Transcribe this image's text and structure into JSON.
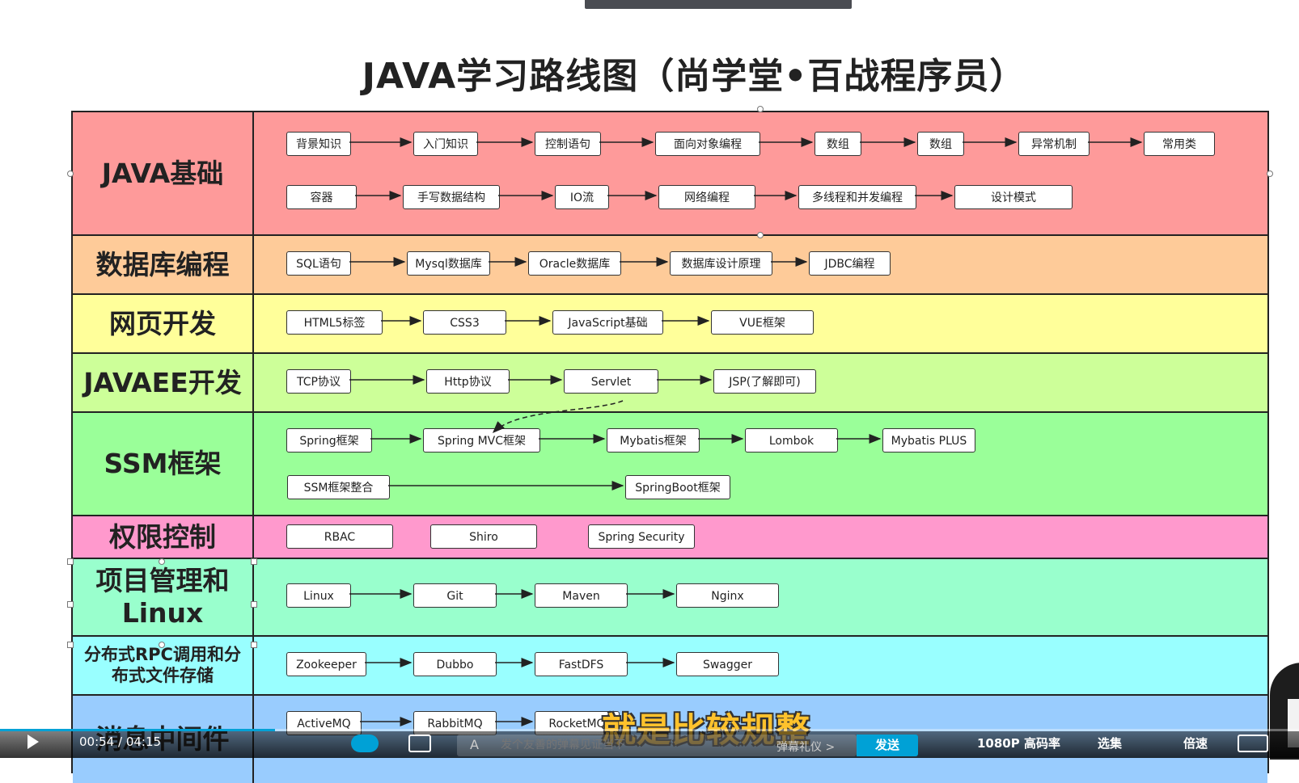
{
  "title": "JAVA学习路线图（尚学堂•百战程序员）",
  "rows": [
    {
      "label": "JAVA基础",
      "color": "#fe9a9a",
      "lines": [
        [
          "背景知识",
          "入门知识",
          "控制语句",
          "面向对象编程",
          "数组",
          "数组",
          "异常机制",
          "常用类"
        ],
        [
          "容器",
          "手写数据结构",
          "IO流",
          "网络编程",
          "多线程和并发编程",
          "设计模式"
        ]
      ]
    },
    {
      "label": "数据库编程",
      "color": "#fecb99",
      "lines": [
        [
          "SQL语句",
          "Mysql数据库",
          "Oracle数据库",
          "数据库设计原理",
          "JDBC编程"
        ]
      ]
    },
    {
      "label": "网页开发",
      "color": "#ffff9a",
      "lines": [
        [
          "HTML5标签",
          "CSS3",
          "JavaScript基础",
          "VUE框架"
        ]
      ]
    },
    {
      "label": "JAVAEE开发",
      "color": "#cdff99",
      "lines": [
        [
          "TCP协议",
          "Http协议",
          "Servlet",
          "JSP(了解即可)"
        ]
      ]
    },
    {
      "label": "SSM框架",
      "color": "#9aff99",
      "lines": [
        [
          "Spring框架",
          "Spring MVC框架",
          "Mybatis框架",
          "Lombok",
          "Mybatis PLUS"
        ],
        [
          "SSM框架整合",
          "SpringBoot框架"
        ]
      ]
    },
    {
      "label": "权限控制",
      "color": "#ff99cd",
      "lines": [
        [
          "RBAC",
          "Shiro",
          "Spring Security"
        ]
      ]
    },
    {
      "label": "项目管理和Linux",
      "color": "#99ffcd",
      "lines": [
        [
          "Linux",
          "Git",
          "Maven",
          "Nginx"
        ]
      ]
    },
    {
      "label": "分布式RPC调用和分布式文件存储",
      "color": "#99ffff",
      "lines": [
        [
          "Zookeeper",
          "Dubbo",
          "FastDFS",
          "Swagger"
        ]
      ]
    },
    {
      "label": "消息中间件",
      "color": "#99ccfe",
      "lines": [
        [
          "ActiveMQ",
          "RabbitMQ",
          "RocketMQ"
        ]
      ]
    }
  ],
  "subtitle": "就是比较规整",
  "player": {
    "time": "00:54 / 04:15",
    "progress": 0.212,
    "danmaku_placeholder": "发个友善的弹幕见证当下",
    "danmaku_etiquette": "弹幕礼仪 >",
    "send": "发送",
    "quality": "1080P 高码率",
    "episode": "选集",
    "speed": "倍速"
  }
}
